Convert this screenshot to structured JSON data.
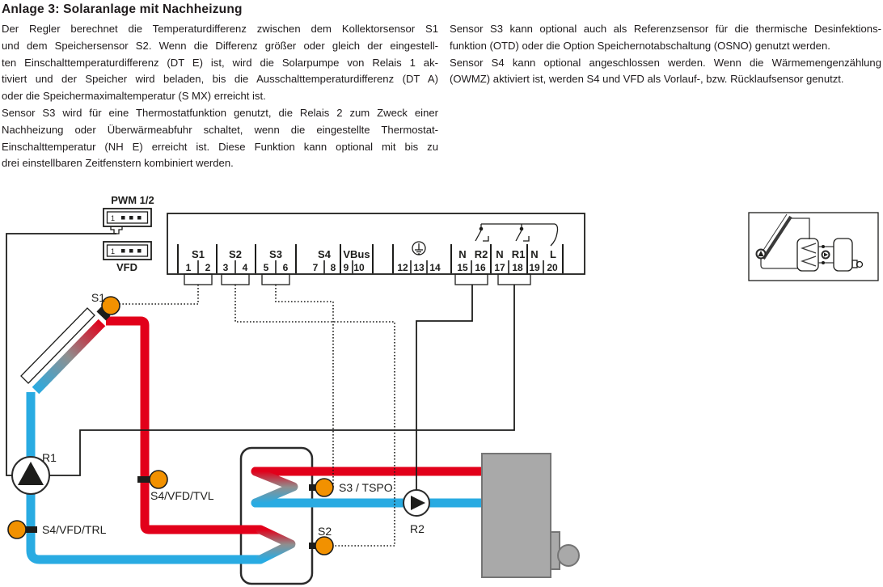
{
  "title": "Anlage 3: Solaranlage mit Nachheizung",
  "columns": {
    "left": {
      "lines": [
        "Der Regler berechnet die Temperaturdifferenz zwischen dem Kollektorsensor S1",
        "und dem Speichersensor S2. Wenn die Differenz größer oder gleich der eingestell-",
        "ten Einschalttemperaturdifferenz (DT E) ist, wird die Solarpumpe von Relais 1 ak-",
        "tiviert und der Speicher wird beladen, bis die Ausschalttemperaturdifferenz (DT A)",
        "oder die Speichermaximaltemperatur (S MX) erreicht ist.",
        "Sensor S3 wird für eine Thermostatfunktion genutzt, die Relais 2 zum Zweck einer",
        "Nachheizung oder Überwärmeabfuhr schaltet, wenn die eingestellte Thermostat-",
        "Einschalttemperatur (NH E) erreicht ist. Diese Funktion kann optional mit bis zu",
        "drei einstellbaren Zeitfenstern kombiniert werden."
      ]
    },
    "right": {
      "lines": [
        "Sensor S3 kann optional auch als Referenzsensor für die thermische Desinfektions-",
        "funktion (OTD) oder die Option Speichernotabschaltung (OSNO) genutzt werden.",
        "Sensor S4 kann optional angeschlossen werden. Wenn die Wärmemengenzählung",
        "(OWMZ) aktiviert ist, werden S4 und VFD als Vorlauf-, bzw. Rücklaufsensor genutzt."
      ]
    }
  },
  "connectors": {
    "pwm": "PWM 1/2",
    "vfd": "VFD",
    "pin1": "1"
  },
  "controller": {
    "groups": [
      "S1",
      "S2",
      "S3",
      "S4",
      "VBus"
    ],
    "numbers": [
      "1",
      "2",
      "3",
      "4",
      "5",
      "6",
      "7",
      "8",
      "9",
      "10",
      "12",
      "13",
      "14",
      "15",
      "16",
      "17",
      "18",
      "19",
      "20"
    ],
    "relay": [
      "N",
      "R2",
      "N",
      "R1",
      "N",
      "L"
    ]
  },
  "diagram": {
    "s1": "S1",
    "r1": "R1",
    "r2": "R2",
    "s2": "S2",
    "s3": "S3 / TSPO",
    "s4_tvl": "S4/VFD/TVL",
    "s4_trl": "S4/VFD/TRL"
  },
  "colors": {
    "hot": "#e2001a",
    "cold": "#29abe2",
    "sensor": "#f29100",
    "boiler": "#a9a9a9"
  }
}
